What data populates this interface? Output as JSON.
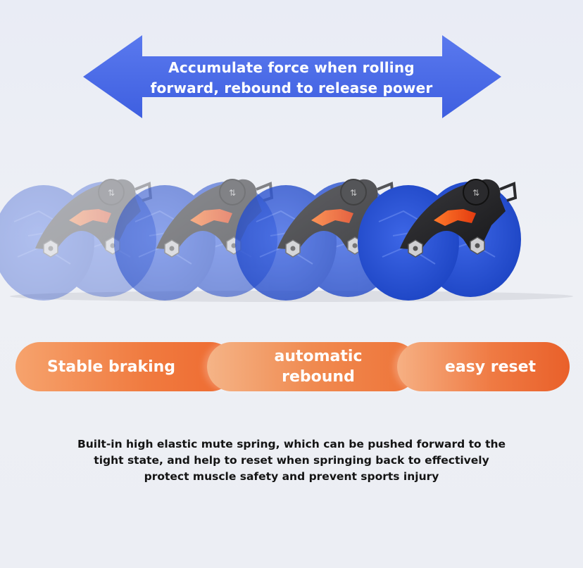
{
  "headline": {
    "line1": "Accumulate force when rolling",
    "line2": "forward, rebound to release power"
  },
  "features": [
    {
      "label": "Stable braking"
    },
    {
      "label_line1": "automatic",
      "label_line2": "rebound"
    },
    {
      "label": "easy reset"
    }
  ],
  "description": {
    "line1": "Built-in high elastic mute spring, which can be pushed forward to the",
    "line2": "tight state, and help to reset when springing back to effectively",
    "line3": "protect muscle safety and prevent sports injury"
  },
  "colors": {
    "arrow_blue": "#4b6be6",
    "wheel_blue": "#2f58d8",
    "accent_orange": "#f07a3f",
    "frame_dark": "#2b2b2e"
  }
}
